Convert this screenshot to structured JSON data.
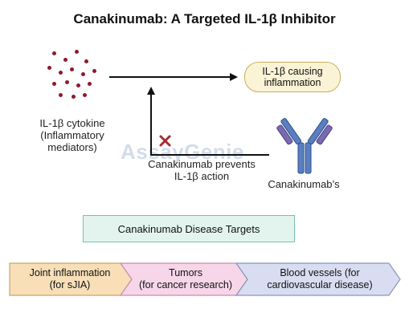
{
  "title": "Canakinumab: A Targeted IL-1β Inhibitor",
  "cytokine_label": [
    "IL-1β cytokine",
    "(Inflammatory",
    "mediators)"
  ],
  "outcome_pill": [
    "IL-1β causing",
    "inflammation"
  ],
  "prevents_label": [
    "Canakinumab prevents",
    "IL-1β action"
  ],
  "antibody_label": "Canakinumab’s",
  "watermark": "AssayGenie",
  "targets_heading": "Canakinumab Disease Targets",
  "targets": [
    {
      "lines": [
        "Joint inflammation",
        "(for sJIA)"
      ],
      "color": "#f8dfb8",
      "border": "#c9a56a"
    },
    {
      "lines": [
        "Tumors",
        "(for cancer research)"
      ],
      "color": "#f6d6e8",
      "border": "#c98cb0"
    },
    {
      "lines": [
        "Blood vessels (for",
        "cardiovascular disease)"
      ],
      "color": "#d9ddf1",
      "border": "#8c93bd"
    }
  ],
  "colors": {
    "cytokine": "#8e1b2a",
    "block_x": "#a82a34",
    "antibody_blue": "#5a7fc0",
    "antibody_purple": "#7a6bb0"
  }
}
